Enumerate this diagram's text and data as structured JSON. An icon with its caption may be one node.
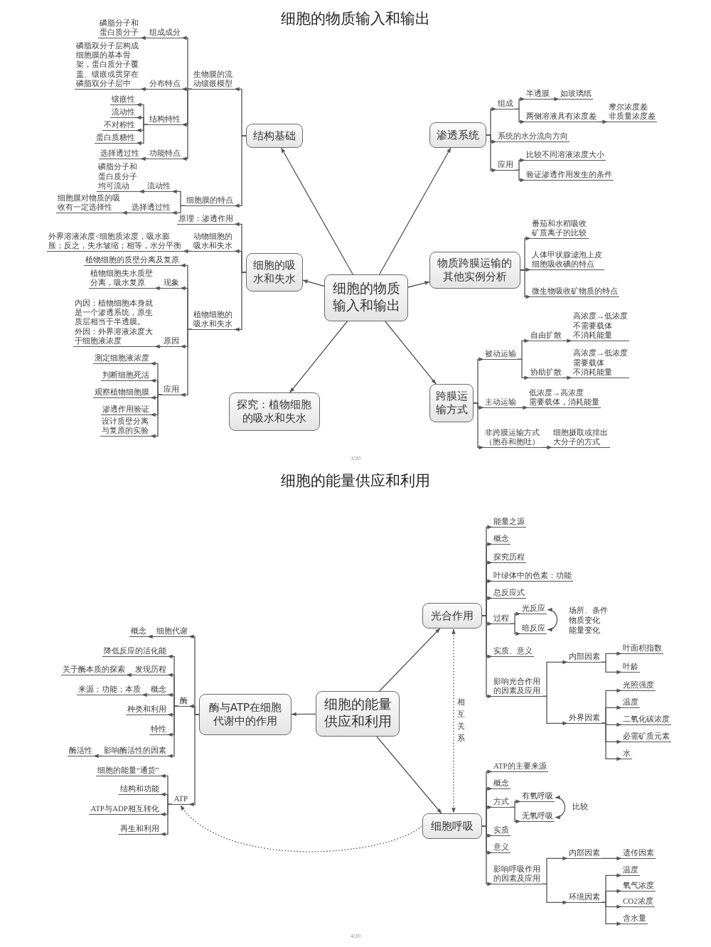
{
  "diagram": {
    "nodes": [
      {
        "text": [
          "细胞的物质输入和输出"
        ]
      },
      {
        "text": [
          "结构基础"
        ]
      },
      {
        "text": [
          "生物膜的流动镶嵌模型"
        ]
      },
      {
        "text": [
          "组成成分"
        ]
      },
      {
        "text": [
          "磷脂分子和蛋白质分子"
        ]
      },
      {
        "text": [
          "分布特点"
        ]
      },
      {
        "text": [
          "磷脂双分子层构成细胞膜的基本骨架，蛋白质分子覆盖、镶嵌或贯穿在磷脂双分子层中"
        ]
      },
      {
        "text": [
          "结构特性"
        ]
      },
      {
        "text": [
          "镶嵌性"
        ]
      },
      {
        "text": [
          "流动性"
        ]
      },
      {
        "text": [
          "不对称性"
        ]
      },
      {
        "text": [
          "蛋白质糖性"
        ]
      },
      {
        "text": [
          "功能特点"
        ]
      },
      {
        "text": [
          "选择透过性"
        ]
      },
      {
        "text": [
          "细胞膜的特点"
        ]
      },
      {
        "text": [
          "流动性"
        ]
      },
      {
        "text": [
          "磷脂分子和蛋白质分子均可流动"
        ]
      },
      {
        "text": [
          "选择透过性"
        ]
      },
      {
        "text": [
          "细胞膜对物质的吸收有一定选择性"
        ]
      },
      {
        "text": [
          "细胞的吸水和失水"
        ]
      },
      {
        "text": [
          "原理：渗透作用"
        ]
      },
      {
        "text": [
          "动物细胞的吸水和失水"
        ]
      },
      {
        "text": [
          "外界溶液浓度<细胞质浓度，吸水膨胀；反之，失水皱缩；相等，水分平衡"
        ]
      },
      {
        "text": [
          "植物细胞的吸水和失水"
        ]
      },
      {
        "text": [
          "植物细胞的质壁分离及复原"
        ]
      },
      {
        "text": [
          "现象"
        ]
      },
      {
        "text": [
          "植物细胞失水质壁分离，吸水复原"
        ]
      },
      {
        "text": [
          "原因"
        ]
      },
      {
        "text": [
          "内因：植物细胞本身就是一个渗透系统，原生质层相当于半透膜。",
          "外因：外界溶液浓度大于细胞液浓度"
        ]
      },
      {
        "text": [
          "应用"
        ]
      },
      {
        "text": [
          "测定细胞液浓度"
        ]
      },
      {
        "text": [
          "判断细胞死活"
        ]
      },
      {
        "text": [
          "观察植物细胞膜"
        ]
      },
      {
        "text": [
          "渗透作用验证"
        ]
      },
      {
        "text": [
          "设计质壁分离与复原的实验"
        ]
      },
      {
        "text": [
          "探究：植物细胞的吸水和失水"
        ]
      },
      {
        "text": [
          "渗透系统"
        ]
      },
      {
        "text": [
          "组成"
        ]
      },
      {
        "text": [
          "半透膜"
        ]
      },
      {
        "text": [
          "如玻璃纸"
        ]
      },
      {
        "text": [
          "两侧溶液具有浓度差"
        ]
      },
      {
        "text": [
          "摩尔浓度差",
          "非质量浓度差"
        ]
      },
      {
        "text": [
          "系统的水分流向方向"
        ]
      },
      {
        "text": [
          "应用"
        ]
      },
      {
        "text": [
          "比较不同溶液浓度大小"
        ]
      },
      {
        "text": [
          "验证渗透作用发生的条件"
        ]
      },
      {
        "text": [
          "物质跨膜运输的其他实例分析"
        ]
      },
      {
        "text": [
          "番茄和水稻吸收矿质离子的比较"
        ]
      },
      {
        "text": [
          "人体甲状腺滤泡上皮细胞吸收碘的特点"
        ]
      },
      {
        "text": [
          "微生物吸收矿物质的特点"
        ]
      },
      {
        "text": [
          "跨膜运输方式"
        ]
      },
      {
        "text": [
          "被动运输"
        ]
      },
      {
        "text": [
          "自由扩散"
        ]
      },
      {
        "text": [
          "高浓度→低浓度",
          "不需要载体",
          "不消耗能量"
        ]
      },
      {
        "text": [
          "协助扩散"
        ]
      },
      {
        "text": [
          "高浓度→低浓度",
          "需要载体",
          "不消耗能量"
        ]
      },
      {
        "text": [
          "主动运输"
        ]
      },
      {
        "text": [
          "低浓度→高浓度",
          "需要载体，消耗能量"
        ]
      },
      {
        "text": [
          "非跨膜运输方式（胞吞和胞吐）"
        ]
      },
      {
        "text": [
          "细胞摄取或排出大分子的方式"
        ]
      },
      {
        "text": [
          "细胞的能量供应和利用"
        ]
      },
      {
        "text": [
          "酶与ATP在细胞代谢中的作用"
        ]
      },
      {
        "text": [
          "细胞代谢"
        ]
      },
      {
        "text": [
          "概念"
        ]
      },
      {
        "text": [
          "酶"
        ]
      },
      {
        "text": [
          "降低反应的活化能"
        ]
      },
      {
        "text": [
          "发现历程"
        ]
      },
      {
        "text": [
          "关于酶本质的探索"
        ]
      },
      {
        "text": [
          "概念"
        ]
      },
      {
        "text": [
          "来源；功能；本质"
        ]
      },
      {
        "text": [
          "种类和利用"
        ]
      },
      {
        "text": [
          "特性"
        ]
      },
      {
        "text": [
          "影响酶活性的因素"
        ]
      },
      {
        "text": [
          "酶活性"
        ]
      },
      {
        "text": [
          "ATP"
        ]
      },
      {
        "text": [
          "细胞的能量“通货”"
        ]
      },
      {
        "text": [
          "结构和功能"
        ]
      },
      {
        "text": [
          "ATP与ADP相互转化"
        ]
      },
      {
        "text": [
          "再生和利用"
        ]
      },
      {
        "text": [
          "光合作用"
        ]
      },
      {
        "text": [
          "能量之源"
        ]
      },
      {
        "text": [
          "概念"
        ]
      },
      {
        "text": [
          "探究历程"
        ]
      },
      {
        "text": [
          "叶绿体中的色素：功能"
        ]
      },
      {
        "text": [
          "总反应式"
        ]
      },
      {
        "text": [
          "过程"
        ]
      },
      {
        "text": [
          "光反应"
        ]
      },
      {
        "text": [
          "暗反应"
        ]
      },
      {
        "text": [
          "实质、意义"
        ]
      },
      {
        "text": [
          "影响光合作用的因素及应用"
        ]
      },
      {
        "text": [
          "内部因素"
        ]
      },
      {
        "text": [
          "叶面积指数"
        ]
      },
      {
        "text": [
          "叶龄"
        ]
      },
      {
        "text": [
          "外界因素"
        ]
      },
      {
        "text": [
          "光照强度"
        ]
      },
      {
        "text": [
          "温度"
        ]
      },
      {
        "text": [
          "二氧化碳浓度"
        ]
      },
      {
        "text": [
          "必需矿质元素"
        ]
      },
      {
        "text": [
          "水"
        ]
      },
      {
        "text": [
          "细胞呼吸"
        ]
      },
      {
        "text": [
          "ATP的主要来源"
        ]
      },
      {
        "text": [
          "概念"
        ]
      },
      {
        "text": [
          "方式"
        ]
      },
      {
        "text": [
          "有氧呼吸"
        ]
      },
      {
        "text": [
          "无氧呼吸"
        ]
      },
      {
        "text": [
          "实质"
        ]
      },
      {
        "text": [
          "意义"
        ]
      },
      {
        "text": [
          "影响呼吸作用的因素及应用"
        ]
      },
      {
        "text": [
          "内部因素"
        ]
      },
      {
        "text": [
          "遗传因素"
        ]
      },
      {
        "text": [
          "环境因素"
        ]
      },
      {
        "text": [
          "温度"
        ]
      },
      {
        "text": [
          "氧气浓度"
        ]
      },
      {
        "text": [
          "CO2浓度"
        ]
      },
      {
        "text": [
          "含水量"
        ]
      }
    ],
    "edges": [
      {
        "from": 0,
        "to": 1,
        "arrow": "to"
      },
      {
        "from": 0,
        "to": 19,
        "arrow": "to"
      },
      {
        "from": 0,
        "to": 35,
        "arrow": "to"
      },
      {
        "from": 0,
        "to": 36,
        "arrow": "to"
      },
      {
        "from": 0,
        "to": 46,
        "arrow": "to"
      },
      {
        "from": 0,
        "to": 50,
        "arrow": "to"
      },
      {
        "from": 1,
        "to": 2,
        "arrow": "to"
      },
      {
        "from": 2,
        "to": 3,
        "arrow": "to"
      },
      {
        "from": 3,
        "to": 4,
        "arrow": "to"
      },
      {
        "from": 2,
        "to": 5,
        "arrow": "to"
      },
      {
        "from": 5,
        "to": 6,
        "arrow": "to"
      },
      {
        "from": 2,
        "to": 7,
        "arrow": "to"
      },
      {
        "from": 7,
        "to": 8,
        "arrow": "to"
      },
      {
        "from": 7,
        "to": 9,
        "arrow": "to"
      },
      {
        "from": 7,
        "to": 10,
        "arrow": "to"
      },
      {
        "from": 7,
        "to": 11,
        "arrow": "to"
      },
      {
        "from": 2,
        "to": 12,
        "arrow": "to"
      },
      {
        "from": 12,
        "to": 13,
        "arrow": "to"
      },
      {
        "from": 1,
        "to": 14,
        "arrow": "to"
      },
      {
        "from": 14,
        "to": 15,
        "arrow": "to"
      },
      {
        "from": 15,
        "to": 16,
        "arrow": "to"
      },
      {
        "from": 14,
        "to": 17,
        "arrow": "to"
      },
      {
        "from": 17,
        "to": 18,
        "arrow": "to"
      },
      {
        "from": 19,
        "to": 20,
        "arrow": "to"
      },
      {
        "from": 19,
        "to": 21,
        "arrow": "to"
      },
      {
        "from": 21,
        "to": 22,
        "arrow": "to"
      },
      {
        "from": 19,
        "to": 23,
        "arrow": "to"
      },
      {
        "from": 23,
        "to": 24,
        "arrow": "to"
      },
      {
        "from": 23,
        "to": 25,
        "arrow": "to"
      },
      {
        "from": 25,
        "to": 26,
        "arrow": "to"
      },
      {
        "from": 23,
        "to": 27,
        "arrow": "to"
      },
      {
        "from": 27,
        "to": 28,
        "arrow": "to"
      },
      {
        "from": 23,
        "to": 29,
        "arrow": "to"
      },
      {
        "from": 29,
        "to": 30,
        "arrow": "to"
      },
      {
        "from": 29,
        "to": 31,
        "arrow": "to"
      },
      {
        "from": 29,
        "to": 32,
        "arrow": "to"
      },
      {
        "from": 29,
        "to": 33,
        "arrow": "to"
      },
      {
        "from": 29,
        "to": 34,
        "arrow": "to"
      },
      {
        "from": 36,
        "to": 37,
        "arrow": "to"
      },
      {
        "from": 37,
        "to": 38,
        "arrow": "to"
      },
      {
        "from": 38,
        "to": 39,
        "arrow": "to"
      },
      {
        "from": 37,
        "to": 40,
        "arrow": "to"
      },
      {
        "from": 40,
        "to": 41,
        "arrow": "to"
      },
      {
        "from": 36,
        "to": 42,
        "arrow": "to"
      },
      {
        "from": 36,
        "to": 43,
        "arrow": "to"
      },
      {
        "from": 43,
        "to": 44,
        "arrow": "to"
      },
      {
        "from": 43,
        "to": 45,
        "arrow": "to"
      },
      {
        "from": 46,
        "to": 47,
        "arrow": "to"
      },
      {
        "from": 46,
        "to": 48,
        "arrow": "to"
      },
      {
        "from": 46,
        "to": 49,
        "arrow": "to"
      },
      {
        "from": 50,
        "to": 51,
        "arrow": "to"
      },
      {
        "from": 51,
        "to": 52,
        "arrow": "to"
      },
      {
        "from": 52,
        "to": 53,
        "arrow": "to"
      },
      {
        "from": 51,
        "to": 54,
        "arrow": "to"
      },
      {
        "from": 54,
        "to": 55,
        "arrow": "to"
      },
      {
        "from": 50,
        "to": 56,
        "arrow": "to"
      },
      {
        "from": 56,
        "to": 57,
        "arrow": "to"
      },
      {
        "from": 50,
        "to": 58,
        "arrow": "to"
      },
      {
        "from": 58,
        "to": 59,
        "arrow": "to"
      },
      {
        "from": 60,
        "to": 61,
        "arrow": "to"
      },
      {
        "from": 60,
        "to": 79,
        "arrow": "to"
      },
      {
        "from": 60,
        "to": 99,
        "arrow": "to"
      },
      {
        "from": 61,
        "to": 62,
        "arrow": "to"
      },
      {
        "from": 62,
        "to": 63,
        "arrow": "to"
      },
      {
        "from": 61,
        "to": 64,
        "arrow": "to"
      },
      {
        "from": 64,
        "to": 65,
        "arrow": "to"
      },
      {
        "from": 64,
        "to": 66,
        "arrow": "to"
      },
      {
        "from": 66,
        "to": 67,
        "arrow": "to"
      },
      {
        "from": 64,
        "to": 68,
        "arrow": "to"
      },
      {
        "from": 68,
        "to": 69,
        "arrow": "to"
      },
      {
        "from": 64,
        "to": 70,
        "arrow": "to"
      },
      {
        "from": 64,
        "to": 71,
        "arrow": "to"
      },
      {
        "from": 64,
        "to": 72,
        "arrow": "to"
      },
      {
        "from": 72,
        "to": 73,
        "arrow": "to"
      },
      {
        "from": 61,
        "to": 74,
        "arrow": "to"
      },
      {
        "from": 74,
        "to": 75,
        "arrow": "to"
      },
      {
        "from": 74,
        "to": 76,
        "arrow": "to"
      },
      {
        "from": 74,
        "to": 77,
        "arrow": "to"
      },
      {
        "from": 74,
        "to": 78,
        "arrow": "to"
      },
      {
        "from": 79,
        "to": 80,
        "arrow": "to"
      },
      {
        "from": 79,
        "to": 81,
        "arrow": "to"
      },
      {
        "from": 79,
        "to": 82,
        "arrow": "to"
      },
      {
        "from": 79,
        "to": 83,
        "arrow": "to"
      },
      {
        "from": 79,
        "to": 84,
        "arrow": "to"
      },
      {
        "from": 79,
        "to": 85,
        "arrow": "to"
      },
      {
        "from": 85,
        "to": 86,
        "arrow": "to"
      },
      {
        "from": 85,
        "to": 87,
        "arrow": "to"
      },
      {
        "from": 86,
        "to": 87,
        "arrow": "both"
      },
      {
        "from": 79,
        "to": 88,
        "arrow": "to"
      },
      {
        "from": 79,
        "to": 89,
        "arrow": "to"
      },
      {
        "from": 89,
        "to": 90,
        "arrow": "to"
      },
      {
        "from": 90,
        "to": 91,
        "arrow": "to"
      },
      {
        "from": 90,
        "to": 92,
        "arrow": "to"
      },
      {
        "from": 89,
        "to": 93,
        "arrow": "to"
      },
      {
        "from": 93,
        "to": 94,
        "arrow": "to"
      },
      {
        "from": 93,
        "to": 95,
        "arrow": "to"
      },
      {
        "from": 93,
        "to": 96,
        "arrow": "to"
      },
      {
        "from": 93,
        "to": 97,
        "arrow": "to"
      },
      {
        "from": 93,
        "to": 98,
        "arrow": "to"
      },
      {
        "from": 99,
        "to": 100,
        "arrow": "to"
      },
      {
        "from": 99,
        "to": 101,
        "arrow": "to"
      },
      {
        "from": 99,
        "to": 102,
        "arrow": "to"
      },
      {
        "from": 102,
        "to": 103,
        "arrow": "to"
      },
      {
        "from": 102,
        "to": 104,
        "arrow": "to"
      },
      {
        "from": 103,
        "to": 104,
        "arrow": "both",
        "label": "比较"
      },
      {
        "from": 99,
        "to": 105,
        "arrow": "to"
      },
      {
        "from": 99,
        "to": 106,
        "arrow": "to"
      },
      {
        "from": 99,
        "to": 107,
        "arrow": "to"
      },
      {
        "from": 107,
        "to": 108,
        "arrow": "to"
      },
      {
        "from": 108,
        "to": 109,
        "arrow": "to"
      },
      {
        "from": 107,
        "to": 110,
        "arrow": "to"
      },
      {
        "from": 110,
        "to": 111,
        "arrow": "to"
      },
      {
        "from": 110,
        "to": 112,
        "arrow": "to"
      },
      {
        "from": 110,
        "to": 113,
        "arrow": "to"
      },
      {
        "from": 110,
        "to": 114,
        "arrow": "to"
      },
      {
        "from": 79,
        "to": 99,
        "arrow": "both",
        "style": "dashed",
        "label": "相互关系"
      },
      {
        "from": 99,
        "to": 74,
        "arrow": "to",
        "style": "dashed"
      }
    ],
    "labels": [
      "细胞的物质输入和输出",
      "3/20",
      "细胞的能量供应和利用",
      "场所、条件",
      "物质变化",
      "能量变化",
      "4/20"
    ]
  }
}
